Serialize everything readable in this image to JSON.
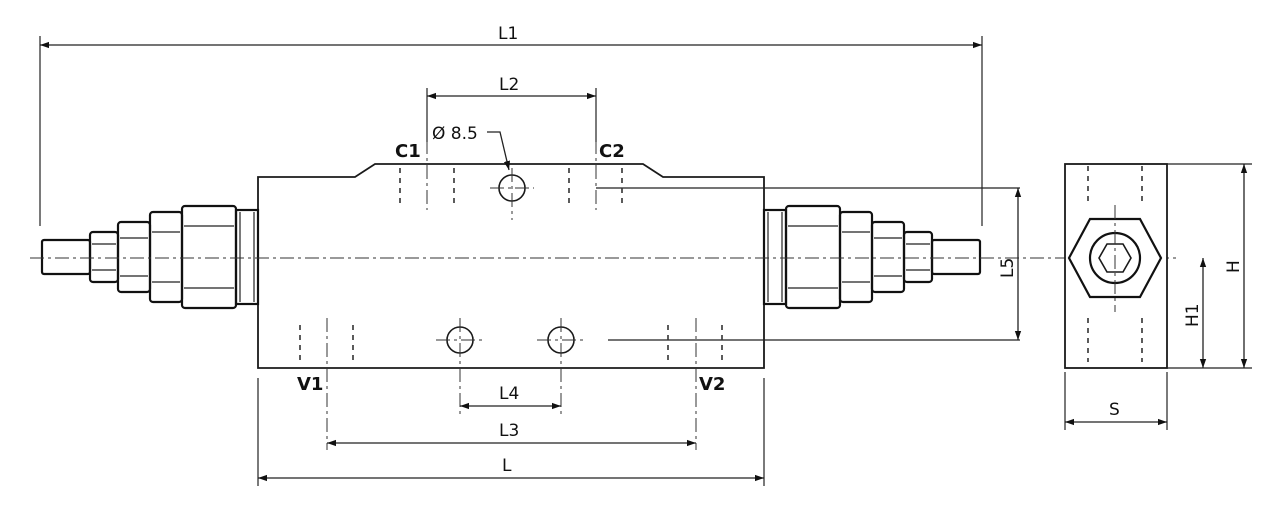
{
  "dimensions": {
    "L1": "L1",
    "L2": "L2",
    "L3": "L3",
    "L4": "L4",
    "L5": "L5",
    "L": "L",
    "H": "H",
    "H1": "H1",
    "S": "S"
  },
  "ports": {
    "C1": "C1",
    "C2": "C2",
    "V1": "V1",
    "V2": "V2"
  },
  "hole_label": "Ø 8.5"
}
